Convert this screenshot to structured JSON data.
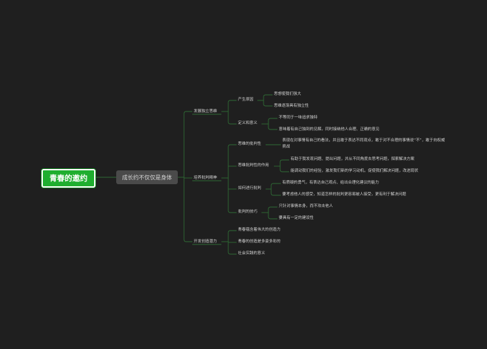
{
  "root": {
    "label": "青春的邀约"
  },
  "level1": {
    "label": "成长约不仅仅是身体"
  },
  "branches": [
    {
      "label": "发展独立思维",
      "children": [
        {
          "label": "产生原因",
          "children": [
            "思想使我们强大",
            "思维逐渐具有独立性"
          ]
        },
        {
          "label": "定义和意义",
          "children": [
            "不等同于一味追求独特",
            "意味着有自己独到的见解，同时接纳他人合理、正确的意见"
          ]
        }
      ]
    },
    {
      "label": "培养批判精神",
      "children": [
        {
          "label": "思维的批判性",
          "children": [
            "表现在对事情有自己的看法，并且敢于表达不同观点，敢于对不合理的事情说“不”，敢于向权威挑战"
          ]
        },
        {
          "label": "思维批判性的作用",
          "children": [
            "有助于我发现问题、提出问题，并从不同角度去思考问题，探索解决方案",
            "能调动我们的经验，激发我们新的学习动机，促使我们解决问题，改进现状"
          ]
        },
        {
          "label": "如何进行批判",
          "children": [
            "有质疑的勇气，有表达自己观点、给出合理化建议的能力",
            "要考虑他人的感受，知道怎样的批判更容易被人接受，更有利于解决问题"
          ]
        },
        {
          "label": "批判的技巧",
          "children": [
            "只针对事情本身，而不攻击他人",
            "要具有一定的建设性"
          ]
        }
      ]
    },
    {
      "label": "开发创造潜力",
      "children": [
        {
          "label": "青春蕴含着伟大的创造力",
          "children": []
        },
        {
          "label": "青春的创造是多姿多彩的",
          "children": []
        },
        {
          "label": "社会实践的意义",
          "children": []
        }
      ]
    }
  ],
  "colors": {
    "background": "#1f1f1f",
    "link": "#2f6b35",
    "root": "#1fae2f"
  }
}
